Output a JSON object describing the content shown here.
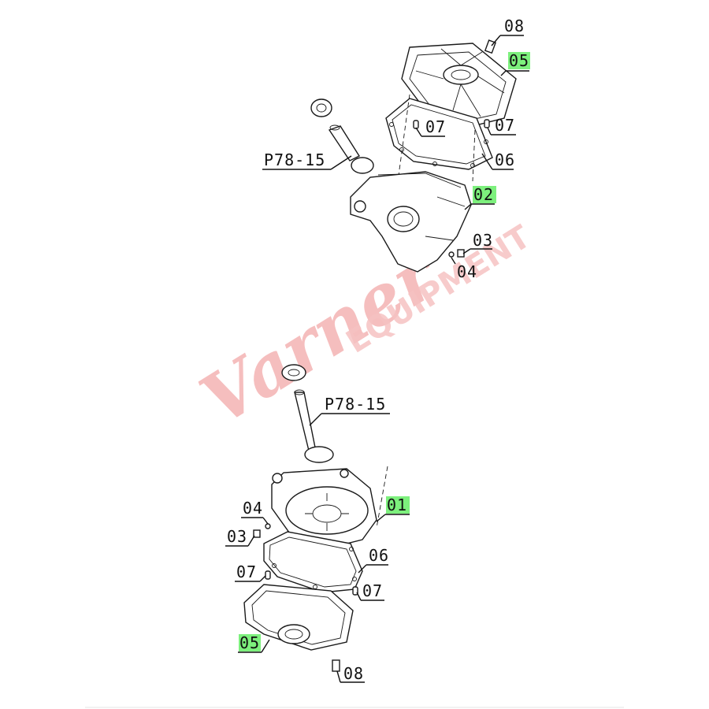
{
  "watermark": {
    "script_text": "Varner",
    "block_text": "EQUIPMENT",
    "color": "#f4b3b3"
  },
  "highlight_color": "#7df07d",
  "top_assembly": {
    "labels": {
      "l08": "08",
      "l05": "05",
      "l07a": "07",
      "l07b": "07",
      "l06": "06",
      "lp78": "P78-15",
      "l02": "02",
      "l03": "03",
      "l04": "04"
    }
  },
  "bottom_assembly": {
    "labels": {
      "lp78": "P78-15",
      "l01": "01",
      "l04": "04",
      "l03": "03",
      "l06": "06",
      "l07a": "07",
      "l07b": "07",
      "l05": "05",
      "l08": "08"
    }
  }
}
